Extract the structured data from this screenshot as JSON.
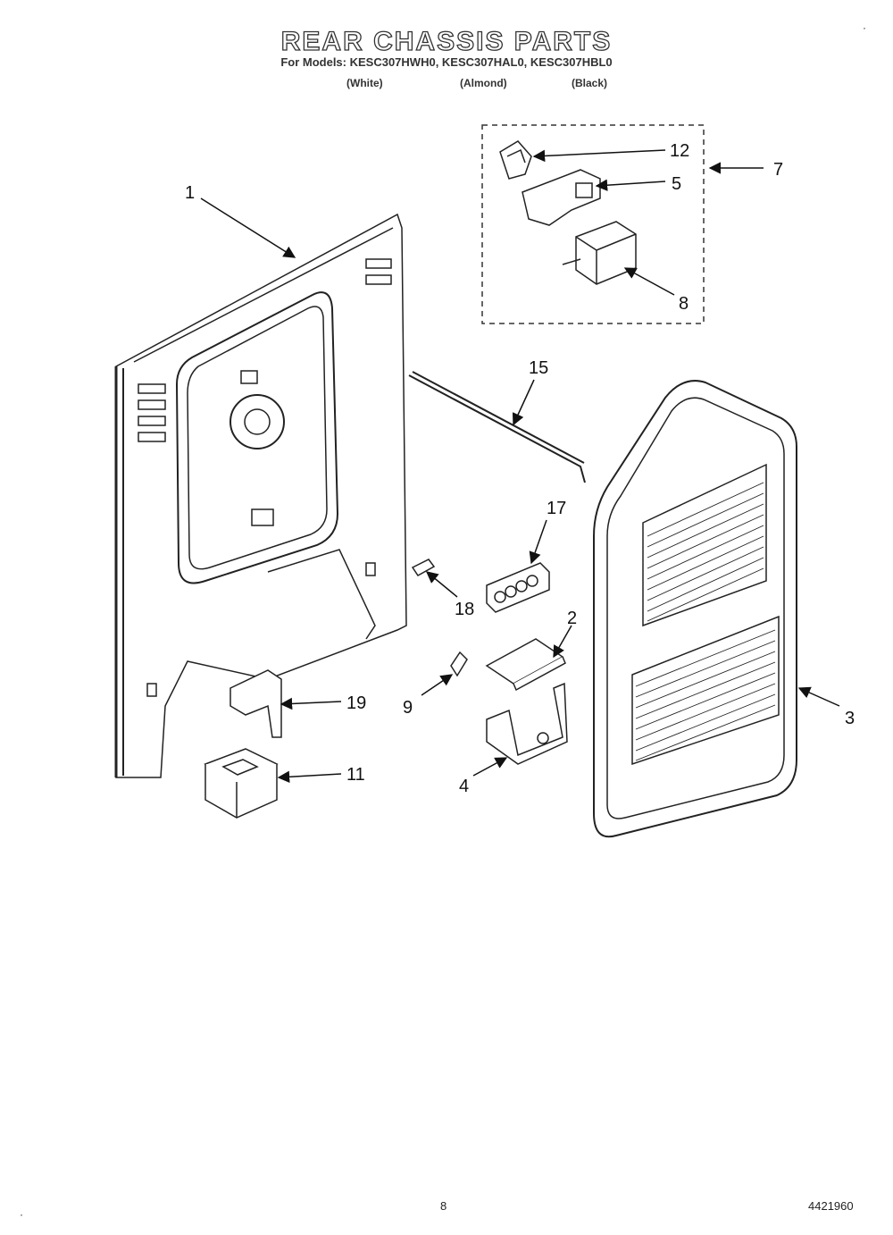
{
  "header": {
    "title": "REAR CHASSIS PARTS",
    "models_line": "For Models: KESC307HWH0, KESC307HAL0, KESC307HBL0",
    "colors": [
      "(White)",
      "(Almond)",
      "(Black)"
    ]
  },
  "callouts": [
    "1",
    "2",
    "3",
    "4",
    "5",
    "7",
    "8",
    "9",
    "11",
    "12",
    "15",
    "17",
    "18",
    "19"
  ],
  "footer": {
    "page": "8",
    "doc_number": "4421960"
  }
}
